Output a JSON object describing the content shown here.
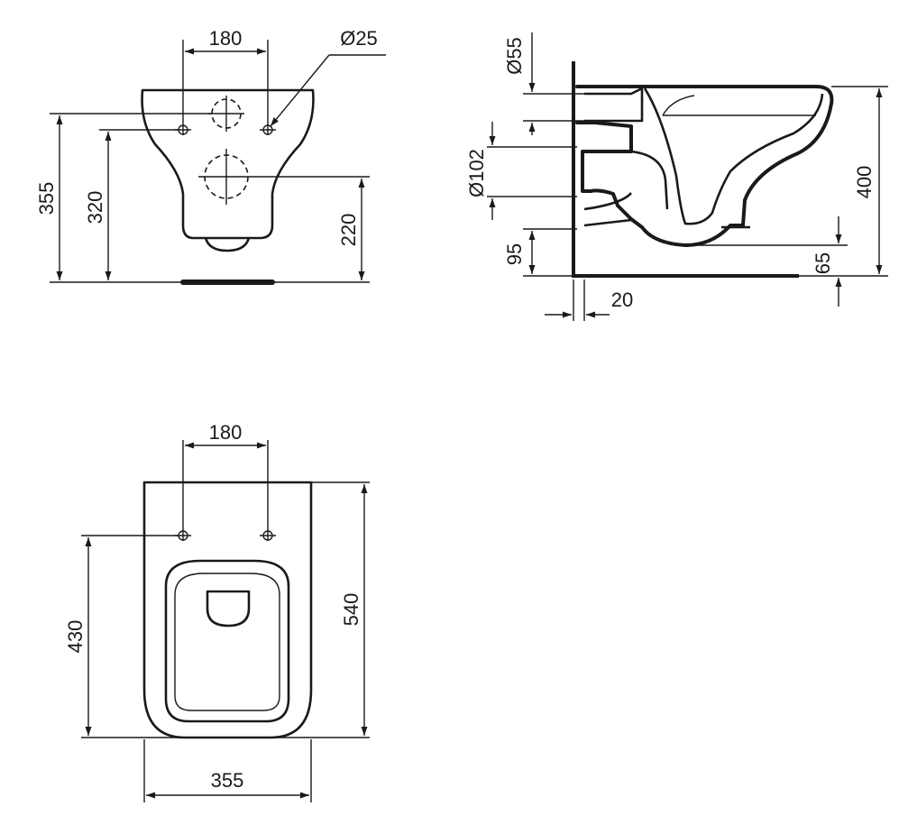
{
  "front_view": {
    "dim_hole_spacing": "180",
    "dim_hole_diameter": "Ø25",
    "dim_total_height": "355",
    "dim_hole_height": "320",
    "dim_outlet_height": "220"
  },
  "side_view": {
    "dim_inlet_diameter": "Ø55",
    "dim_outlet_diameter": "Ø102",
    "dim_outlet_bottom": "95",
    "dim_total_height": "400",
    "dim_bottom_clearance": "65",
    "dim_wall_offset": "20"
  },
  "top_view": {
    "dim_hole_spacing": "180",
    "dim_hole_to_front": "430",
    "dim_total_length": "540",
    "dim_width": "355"
  },
  "colors": {
    "line": "#1a1a1a",
    "background": "#ffffff"
  }
}
